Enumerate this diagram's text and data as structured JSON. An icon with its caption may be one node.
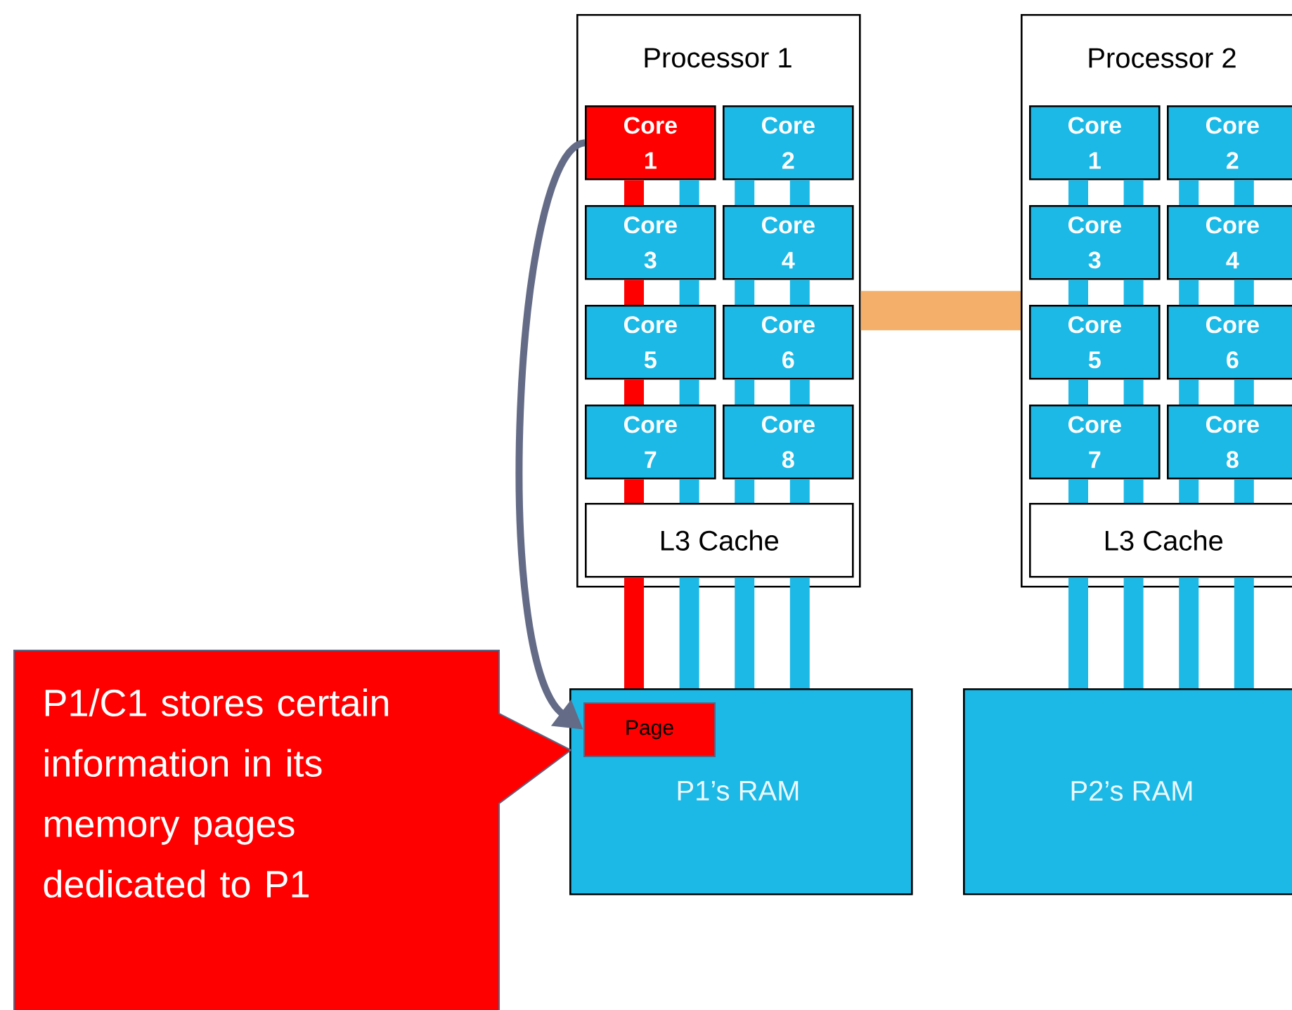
{
  "diagram": {
    "nodes": [
      {
        "text": [
          "Processor 1"
        ]
      },
      {
        "text": [
          "Core 1"
        ],
        "in": 0
      },
      {
        "text": [
          "Core 2"
        ],
        "in": 0
      },
      {
        "text": [
          "Core 3"
        ],
        "in": 0
      },
      {
        "text": [
          "Core 4"
        ],
        "in": 0
      },
      {
        "text": [
          "Core 5"
        ],
        "in": 0
      },
      {
        "text": [
          "Core 6"
        ],
        "in": 0
      },
      {
        "text": [
          "Core 7"
        ],
        "in": 0
      },
      {
        "text": [
          "Core 8"
        ],
        "in": 0
      },
      {
        "text": [
          "L3 Cache"
        ],
        "in": 0
      },
      {
        "text": [
          "Processor 2"
        ]
      },
      {
        "text": [
          "Core 1"
        ],
        "in": 10
      },
      {
        "text": [
          "Core 2"
        ],
        "in": 10
      },
      {
        "text": [
          "Core 3"
        ],
        "in": 10
      },
      {
        "text": [
          "Core 4"
        ],
        "in": 10
      },
      {
        "text": [
          "Core 5"
        ],
        "in": 10
      },
      {
        "text": [
          "Core 6"
        ],
        "in": 10
      },
      {
        "text": [
          "Core 7"
        ],
        "in": 10
      },
      {
        "text": [
          "Core 8"
        ],
        "in": 10
      },
      {
        "text": [
          "L3 Cache"
        ],
        "in": 10
      },
      {
        "text": [
          "P1’s RAM"
        ]
      },
      {
        "text": [
          "Page"
        ],
        "in": 20
      },
      {
        "text": [
          "P2’s RAM"
        ]
      },
      {
        "text": [
          "P1/C1 stores certain information in its memory pages dedicated to P1"
        ]
      }
    ],
    "edges": [
      {
        "from": 1,
        "to": 21,
        "arrow": "to",
        "color": "#646b86"
      },
      {
        "from": 0,
        "to": 10,
        "arrow": "none",
        "style": "thick",
        "color": "#f4b06a"
      },
      {
        "from": 9,
        "to": 20,
        "arrow": "none",
        "color": "#ff0000"
      },
      {
        "from": 9,
        "to": 20,
        "arrow": "none"
      },
      {
        "from": 9,
        "to": 20,
        "arrow": "none"
      },
      {
        "from": 9,
        "to": 20,
        "arrow": "none"
      },
      {
        "from": 19,
        "to": 22,
        "arrow": "none"
      },
      {
        "from": 19,
        "to": 22,
        "arrow": "none"
      },
      {
        "from": 19,
        "to": 22,
        "arrow": "none"
      },
      {
        "from": 19,
        "to": 22,
        "arrow": "none"
      },
      {
        "from": 1,
        "to": 3,
        "arrow": "none",
        "color": "#ff0000"
      },
      {
        "from": 1,
        "to": 3,
        "arrow": "none"
      },
      {
        "from": 3,
        "to": 5,
        "arrow": "none",
        "color": "#ff0000"
      },
      {
        "from": 3,
        "to": 5,
        "arrow": "none"
      },
      {
        "from": 5,
        "to": 7,
        "arrow": "none",
        "color": "#ff0000"
      },
      {
        "from": 5,
        "to": 7,
        "arrow": "none"
      },
      {
        "from": 7,
        "to": 9,
        "arrow": "none",
        "color": "#ff0000"
      },
      {
        "from": 7,
        "to": 9,
        "arrow": "none"
      },
      {
        "from": 2,
        "to": 4,
        "arrow": "none"
      },
      {
        "from": 2,
        "to": 4,
        "arrow": "none"
      },
      {
        "from": 4,
        "to": 6,
        "arrow": "none"
      },
      {
        "from": 4,
        "to": 6,
        "arrow": "none"
      },
      {
        "from": 6,
        "to": 8,
        "arrow": "none"
      },
      {
        "from": 6,
        "to": 8,
        "arrow": "none"
      },
      {
        "from": 8,
        "to": 9,
        "arrow": "none"
      },
      {
        "from": 8,
        "to": 9,
        "arrow": "none"
      },
      {
        "from": 11,
        "to": 13,
        "arrow": "none"
      },
      {
        "from": 11,
        "to": 13,
        "arrow": "none"
      },
      {
        "from": 13,
        "to": 15,
        "arrow": "none"
      },
      {
        "from": 13,
        "to": 15,
        "arrow": "none"
      },
      {
        "from": 15,
        "to": 17,
        "arrow": "none"
      },
      {
        "from": 15,
        "to": 17,
        "arrow": "none"
      },
      {
        "from": 17,
        "to": 19,
        "arrow": "none"
      },
      {
        "from": 17,
        "to": 19,
        "arrow": "none"
      },
      {
        "from": 12,
        "to": 14,
        "arrow": "none"
      },
      {
        "from": 12,
        "to": 14,
        "arrow": "none"
      },
      {
        "from": 14,
        "to": 16,
        "arrow": "none"
      },
      {
        "from": 14,
        "to": 16,
        "arrow": "none"
      },
      {
        "from": 16,
        "to": 18,
        "arrow": "none"
      },
      {
        "from": 16,
        "to": 18,
        "arrow": "none"
      },
      {
        "from": 18,
        "to": 19,
        "arrow": "none"
      },
      {
        "from": 18,
        "to": 19,
        "arrow": "none"
      }
    ]
  }
}
